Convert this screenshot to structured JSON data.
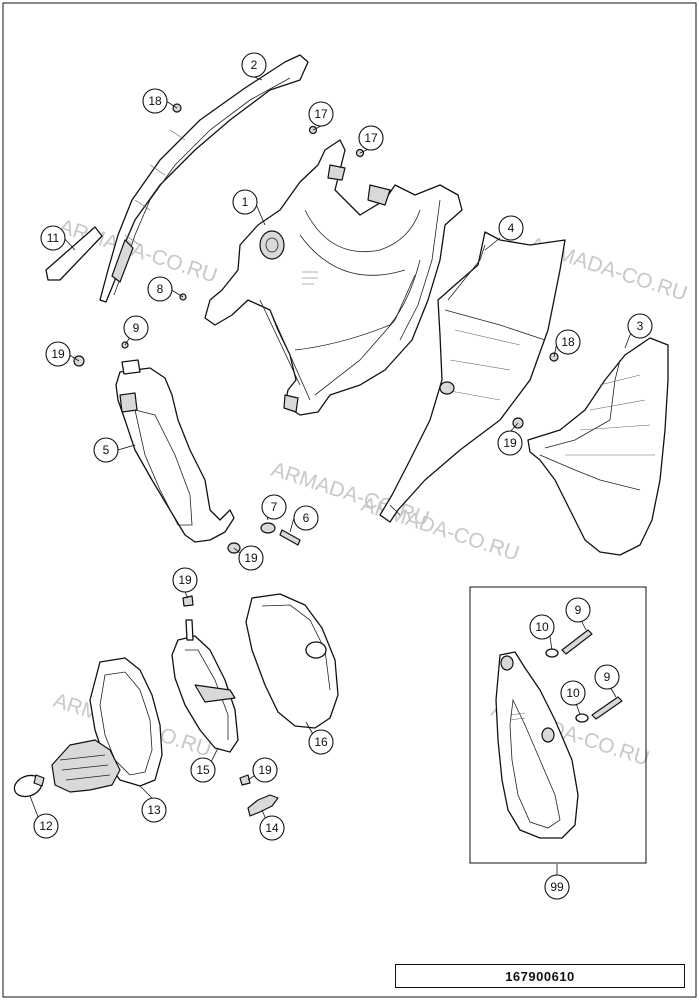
{
  "drawing_number": "167900610",
  "watermarks": [
    "ARMADA-CO.RU",
    "ARMADA-CO.RU",
    "ARMADA-CO.RU",
    "ARMADA-CO.RU",
    "ARMADA-CO.RU",
    "ARMADA-CO.RU"
  ],
  "callouts": [
    "1",
    "2",
    "3",
    "4",
    "5",
    "6",
    "7",
    "8",
    "9",
    "10",
    "11",
    "12",
    "13",
    "14",
    "15",
    "16",
    "17",
    "18",
    "19",
    "99"
  ]
}
